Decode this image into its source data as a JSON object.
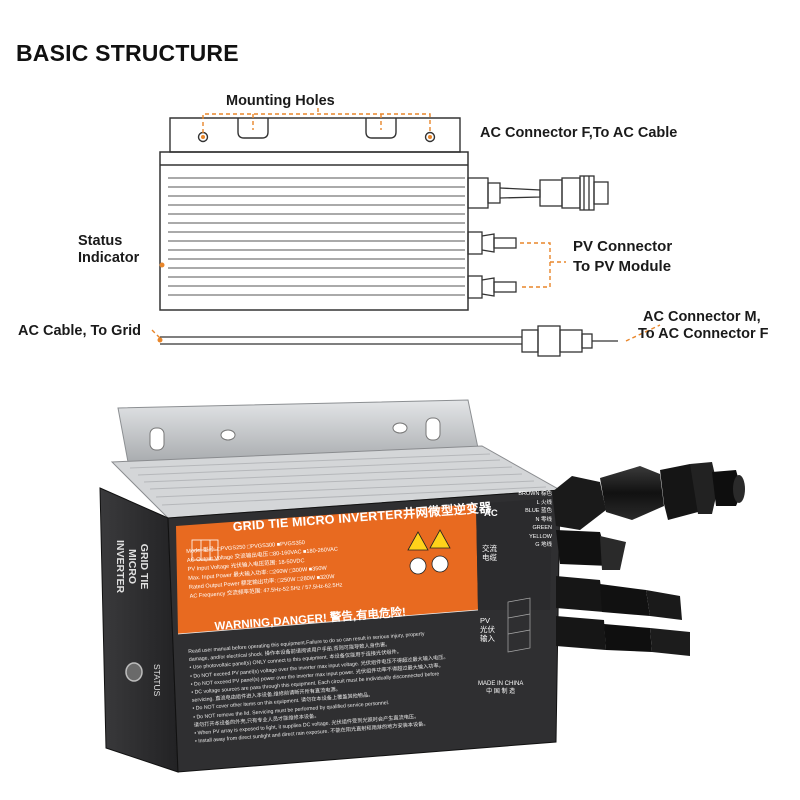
{
  "title": "BASIC STRUCTURE",
  "diagram": {
    "mounting_holes": "Mounting Holes",
    "ac_connector_f": "AC Connector  F,To AC Cable",
    "status_indicator": [
      "Status",
      "Indicator"
    ],
    "pv_connector": [
      "PV Connector",
      "To PV Module"
    ],
    "ac_cable_grid": "AC Cable, To Grid",
    "ac_connector_m": [
      "AC Connector  M,",
      "To AC Connector  F"
    ]
  },
  "product": {
    "label_title": "GRID TIE MICRO INVERTER井网微型逆变器",
    "side_text": [
      "GRID TIE",
      "MICRO",
      "INVERTER"
    ],
    "status_label": "STATUS",
    "model_line": "Model 型号: □PVGS250 □PVGS300 ■PVGS350",
    "specs": [
      "AC Output Voltage 交流输出电压 □80-160VAC ■180-260VAC",
      "PV Input Voltage 光伏输入电压范围: 18-50VDC",
      "Max. Input Power 最大输入功率: □260W □300W ■350W",
      "Rated Output Power 额定输出功率: □250W □280W ■320W",
      "AC Frequency 交流频率范围: 47.5Hz-52.5Hz / 57.5Hz-62.5Hz"
    ],
    "warning_title": "WARNING,DANGER! 警告,有电危险!",
    "warning_lines": [
      "Read user manual before operating this equipment.Failure to do so can result in serious injury, property",
      "damage, and/or electrical shock. 操作本设备前请阅读用户手册,否则可能导致人身伤害。",
      "• Use photovoltaic panel(s) ONLY connect to this equipment. 本设备仅能用于连接光伏组件。",
      "• Do NOT exceed PV panel(s) voltage over the inverter max input voltage. 光伏组件电压不得超过最大输入电压。",
      "• Do NOT exceed PV panel(s) power over the inverter max input power. 光伏组件功率不得超过最大输入功率。",
      "• DC voltage sources are pass through this equipment. Each circuit must be individually disconnected before",
      "  servicing. 直流电由组件进入本设备,维修前请断开所有直流电源。",
      "• Do NOT cover other items on this equipment. 请勿在本设备上覆盖其他物品。",
      "• Do NOT remove the lid. Servicing must be performed by qualified service personnel.",
      "  请勿打开本设备的外壳,只有专业人员才能维修本设备。",
      "• When PV array is exposed to light, it supplies DC voltage. 光伏组件受到光照时会产生直流电压。",
      "• Install away from direct sunlight and direct rain exposure. 不能在阳光直射和雨淋的地方安装本设备。"
    ],
    "ac_label": "AC",
    "ac_cn": [
      "交流",
      "电缆"
    ],
    "wires": [
      "BROWN 棕色",
      "L 火线",
      "BLUE 蓝色",
      "N 零线",
      "GREEN",
      "YELLOW",
      "G 地线"
    ],
    "pv_label": [
      "PV",
      "光伏",
      "输入"
    ],
    "made_in": [
      "MADE IN CHINA",
      "中 国 制 造"
    ]
  },
  "colors": {
    "label_orange": "#e86a20",
    "panel_dark": "#2b2b2d",
    "housing_silver": "#c9cbcd",
    "leader_orange": "#e8862a"
  }
}
